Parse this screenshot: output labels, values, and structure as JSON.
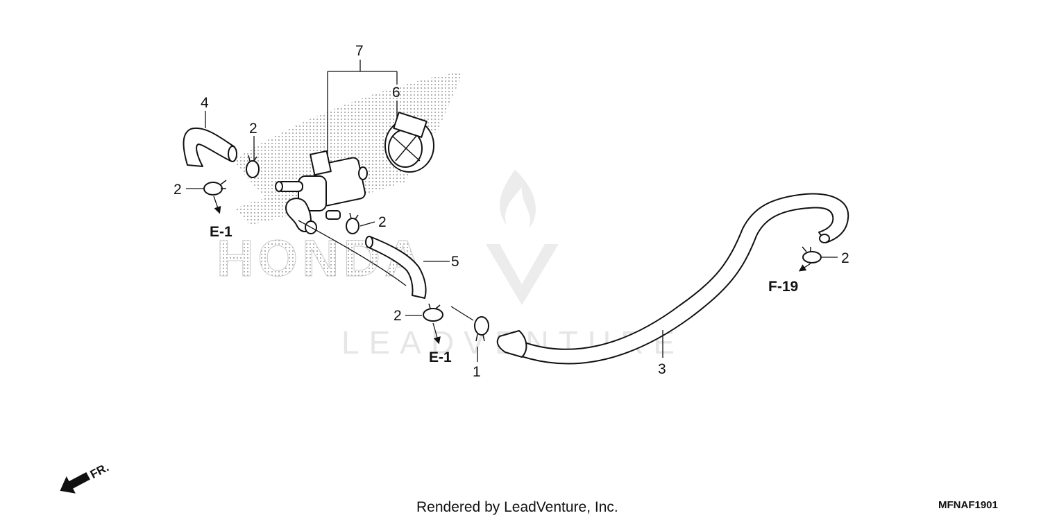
{
  "watermark": {
    "text": "LEADVENTURE"
  },
  "background_logo": {
    "text": "HONDA"
  },
  "callouts": {
    "c1": "1",
    "c2a": "2",
    "c2b": "2",
    "c2c": "2",
    "c2d": "2",
    "c2e": "2",
    "c3": "3",
    "c4": "4",
    "c5": "5",
    "c6": "6",
    "c7": "7"
  },
  "references": {
    "e1_upper": "E-1",
    "e1_lower": "E-1",
    "f19": "F-19"
  },
  "direction": {
    "label": "FR."
  },
  "footer": {
    "rendered_by": "Rendered by LeadVenture, Inc.",
    "diagram_code": "MFNAF1901"
  },
  "icons": {
    "direction_arrow": "front-direction-arrow-icon",
    "watermark_logo": "leadventure-flame-logo"
  }
}
